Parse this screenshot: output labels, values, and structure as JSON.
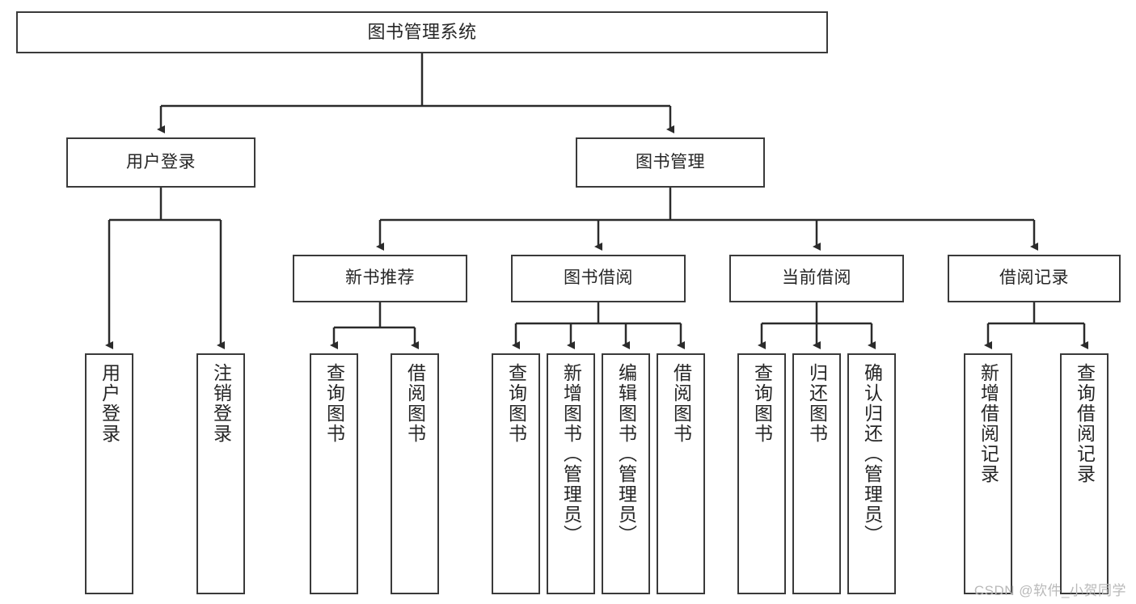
{
  "diagram": {
    "title": "图书管理系统",
    "type": "tree-structure-chart",
    "watermark": "CSDN @软件_小贺同学",
    "colors": {
      "box_border": "#3a3a3a",
      "box_fill": "#ffffff",
      "text": "#262626",
      "edge": "#2b2b2b",
      "watermark": "#b9b9b9",
      "background": "#ffffff"
    },
    "levels": {
      "root": {
        "label": "图书管理系统"
      },
      "level1": [
        {
          "id": "user-login",
          "label": "用户登录"
        },
        {
          "id": "book-manage",
          "label": "图书管理"
        }
      ],
      "level2": [
        {
          "id": "new-book-recommend",
          "label": "新书推荐",
          "parent": "book-manage"
        },
        {
          "id": "book-borrow",
          "label": "图书借阅",
          "parent": "book-manage"
        },
        {
          "id": "current-borrow",
          "label": "当前借阅",
          "parent": "book-manage"
        },
        {
          "id": "borrow-record",
          "label": "借阅记录",
          "parent": "book-manage"
        }
      ],
      "leaves": [
        {
          "id": "leaf-user-login",
          "label": "用户登录",
          "parent": "user-login"
        },
        {
          "id": "leaf-logout",
          "label": "注销登录",
          "parent": "user-login"
        },
        {
          "id": "leaf-query-book-1",
          "label": "查询图书",
          "parent": "new-book-recommend"
        },
        {
          "id": "leaf-borrow-book-1",
          "label": "借阅图书",
          "parent": "new-book-recommend"
        },
        {
          "id": "leaf-query-book-2",
          "label": "查询图书",
          "parent": "book-borrow"
        },
        {
          "id": "leaf-add-book",
          "label": "新增图书（管理员）",
          "parent": "book-borrow"
        },
        {
          "id": "leaf-edit-book",
          "label": "编辑图书（管理员）",
          "parent": "book-borrow"
        },
        {
          "id": "leaf-borrow-book-2",
          "label": "借阅图书",
          "parent": "book-borrow"
        },
        {
          "id": "leaf-query-book-3",
          "label": "查询图书",
          "parent": "current-borrow"
        },
        {
          "id": "leaf-return-book",
          "label": "归还图书",
          "parent": "current-borrow"
        },
        {
          "id": "leaf-confirm-return",
          "label": "确认归还（管理员）",
          "parent": "current-borrow"
        },
        {
          "id": "leaf-add-record",
          "label": "新增借阅记录",
          "parent": "borrow-record"
        },
        {
          "id": "leaf-query-record",
          "label": "查询借阅记录",
          "parent": "borrow-record"
        }
      ]
    }
  }
}
